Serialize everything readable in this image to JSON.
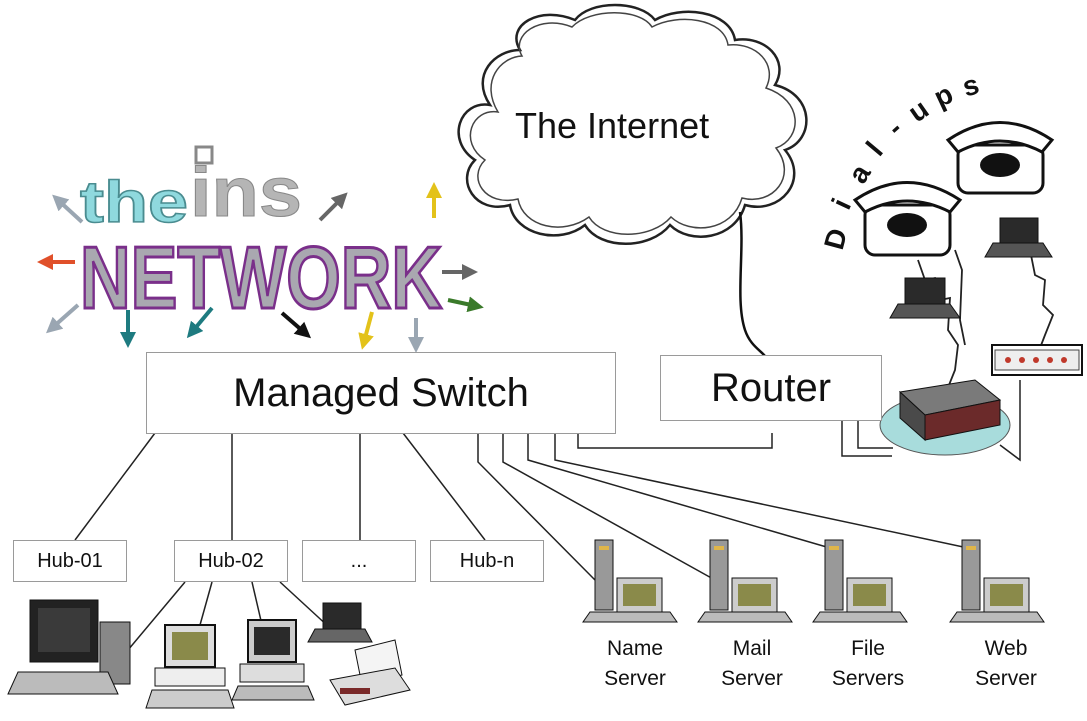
{
  "logo": {
    "small_word": "the",
    "top_word": "ins",
    "big_word": "NETWORK",
    "colors": {
      "the": "#8fd9de",
      "ins": "#b5b5b5",
      "network_fill": "#a9a8b0",
      "network_outline": "#7a2f8a"
    }
  },
  "cloud": {
    "label": "The Internet"
  },
  "dialups": {
    "letters": [
      "D",
      "i",
      "a",
      "l",
      "-",
      "u",
      "p",
      "s"
    ]
  },
  "switch": {
    "label": "Managed Switch"
  },
  "router": {
    "label": "Router"
  },
  "hubs": [
    {
      "label": "Hub-01"
    },
    {
      "label": "Hub-02"
    },
    {
      "label": "..."
    },
    {
      "label": "Hub-n"
    }
  ],
  "servers": [
    {
      "line1": "Name",
      "line2": "Server"
    },
    {
      "line1": "Mail",
      "line2": "Server"
    },
    {
      "line1": "File",
      "line2": "Servers"
    },
    {
      "line1": "Web",
      "line2": "Server"
    }
  ]
}
